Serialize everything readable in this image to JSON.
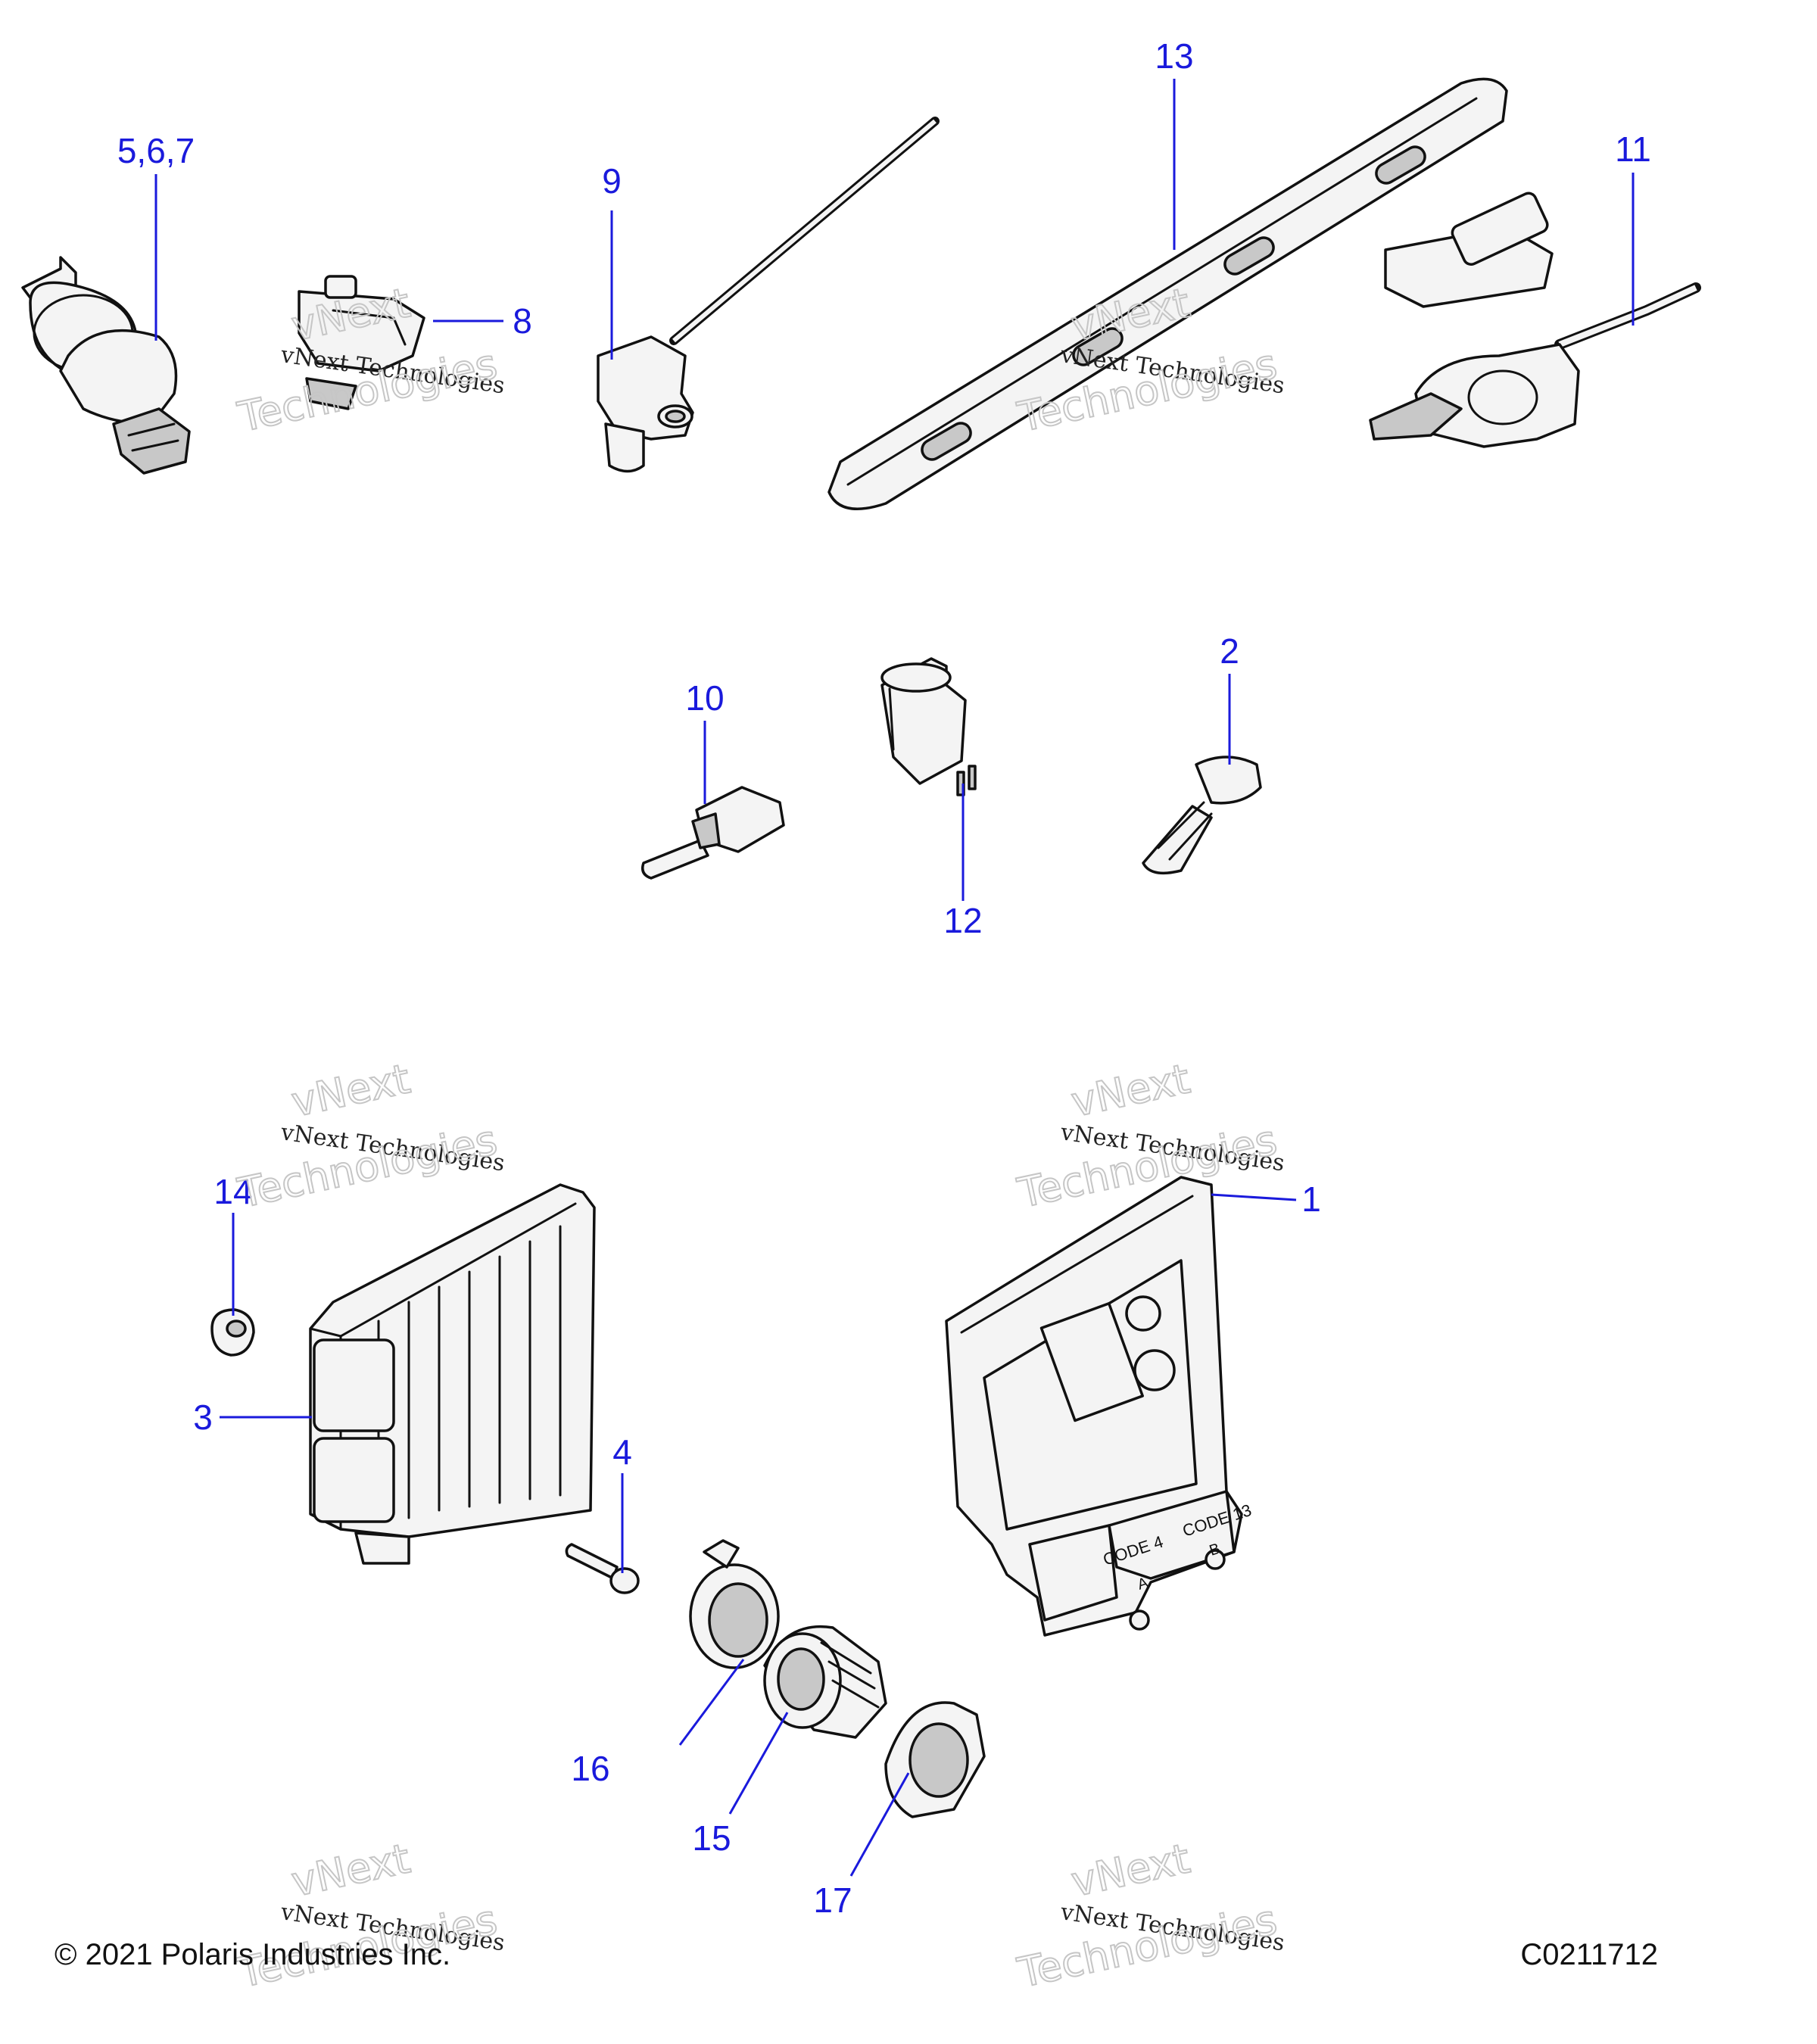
{
  "callouts": {
    "c1": "1",
    "c2": "2",
    "c3": "3",
    "c4": "4",
    "c567": "5,6,7",
    "c8": "8",
    "c9": "9",
    "c10": "10",
    "c11": "11",
    "c12": "12",
    "c13": "13",
    "c14": "14",
    "c15": "15",
    "c16": "16",
    "c17": "17"
  },
  "part_markings": {
    "code_a": "CODE 4",
    "code_a_letter": "A",
    "code_b": "CODE 13",
    "code_b_letter": "B"
  },
  "watermark": {
    "line1": "vNext Technologies",
    "line2a": "vNext",
    "line2b": "Technologies"
  },
  "footer": {
    "copyright": "© 2021 Polaris Industries Inc.",
    "figure_id": "C0211712"
  },
  "colors": {
    "callout": "#1a1adc",
    "line_art": "#111111"
  }
}
